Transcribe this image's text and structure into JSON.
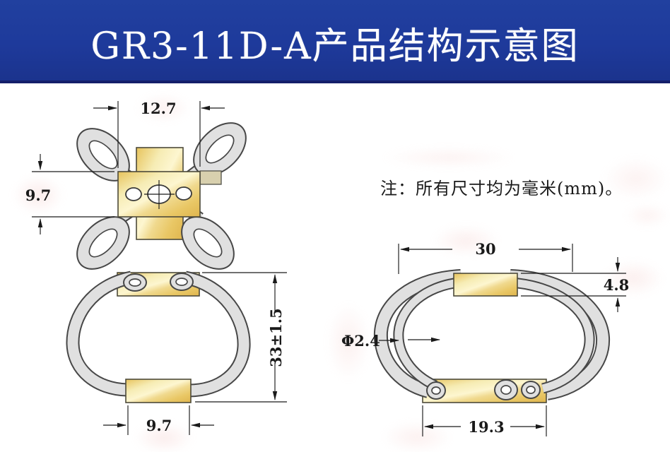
{
  "banner": {
    "title": "GR3-11D-A产品结构示意图"
  },
  "note": {
    "text": "注：所有尺寸均为毫米(mm)。"
  },
  "views": {
    "top": {
      "width": "12.7",
      "height": "9.7"
    },
    "front": {
      "height": "33±1.5",
      "base_width": "9.7"
    },
    "side": {
      "width": "30",
      "clamp_height": "4.8",
      "wire_diameter": "Φ2.4",
      "base_width": "19.3"
    }
  },
  "colors": {
    "banner_bg": "#1e3a9b",
    "banner_border": "#141f6a",
    "banner_text": "#ffffff",
    "dim_color": "#1a1a1a",
    "note_color": "#1a1a1a",
    "wire_fill": "#e0e0e0",
    "wire_edge": "#474747",
    "gold_light": "#fdf6d0",
    "gold_dark": "#dfb54e"
  }
}
